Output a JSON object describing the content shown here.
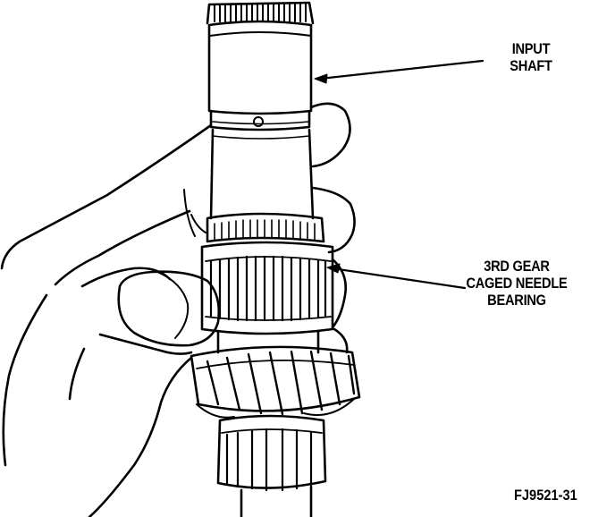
{
  "labels": {
    "input_shaft": [
      "INPUT",
      "SHAFT"
    ],
    "needle_bearing": [
      "3RD GEAR",
      "CAGED NEEDLE",
      "BEARING"
    ]
  },
  "figure_code": "FJ9521-31",
  "colors": {
    "ink": "#000000",
    "paper": "#ffffff"
  }
}
